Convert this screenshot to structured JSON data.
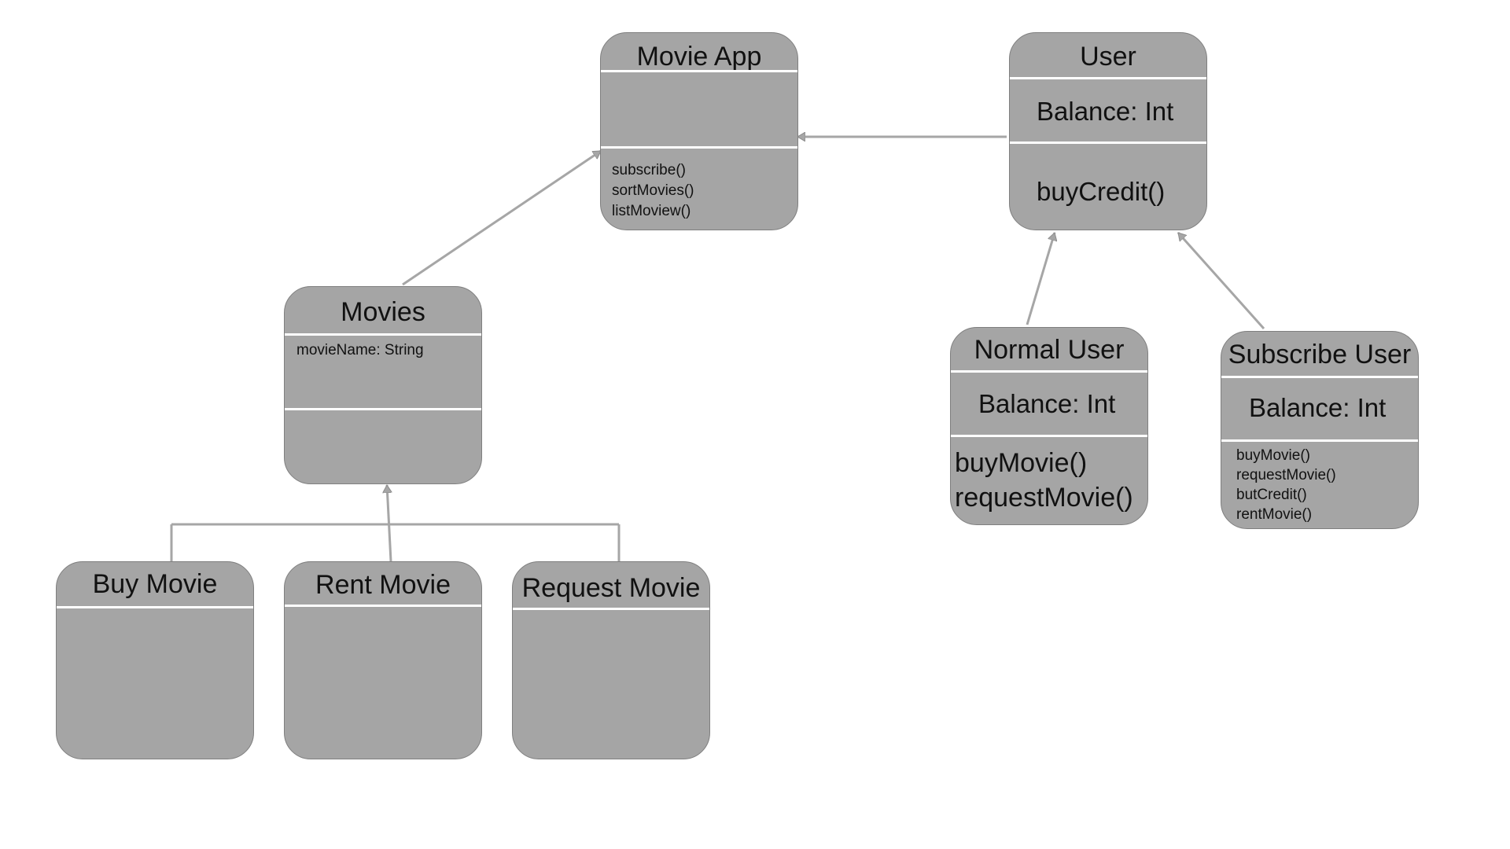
{
  "diagram": {
    "movie_app": {
      "title": "Movie App",
      "methods": [
        "subscribe()",
        "sortMovies()",
        "listMoview()"
      ]
    },
    "user": {
      "title": "User",
      "attribute": "Balance: Int",
      "method": "buyCredit()"
    },
    "movies": {
      "title": "Movies",
      "attribute": "movieName: String"
    },
    "normal_user": {
      "title": "Normal User",
      "attribute": "Balance: Int",
      "methods": [
        "buyMovie()",
        "requestMovie()"
      ]
    },
    "subscribe_user": {
      "title": "Subscribe User",
      "attribute": "Balance: Int",
      "methods": [
        "buyMovie()",
        "requestMovie()",
        "butCredit()",
        "rentMovie()"
      ]
    },
    "buy_movie": {
      "title": "Buy Movie"
    },
    "rent_movie": {
      "title": "Rent Movie"
    },
    "request_movie": {
      "title": "Request Movie"
    },
    "colors": {
      "node_fill": "#a5a5a5",
      "node_border": "#7f7f7f",
      "separator": "#ffffff",
      "connector": "#a6a6a6",
      "text": "#111111"
    }
  }
}
